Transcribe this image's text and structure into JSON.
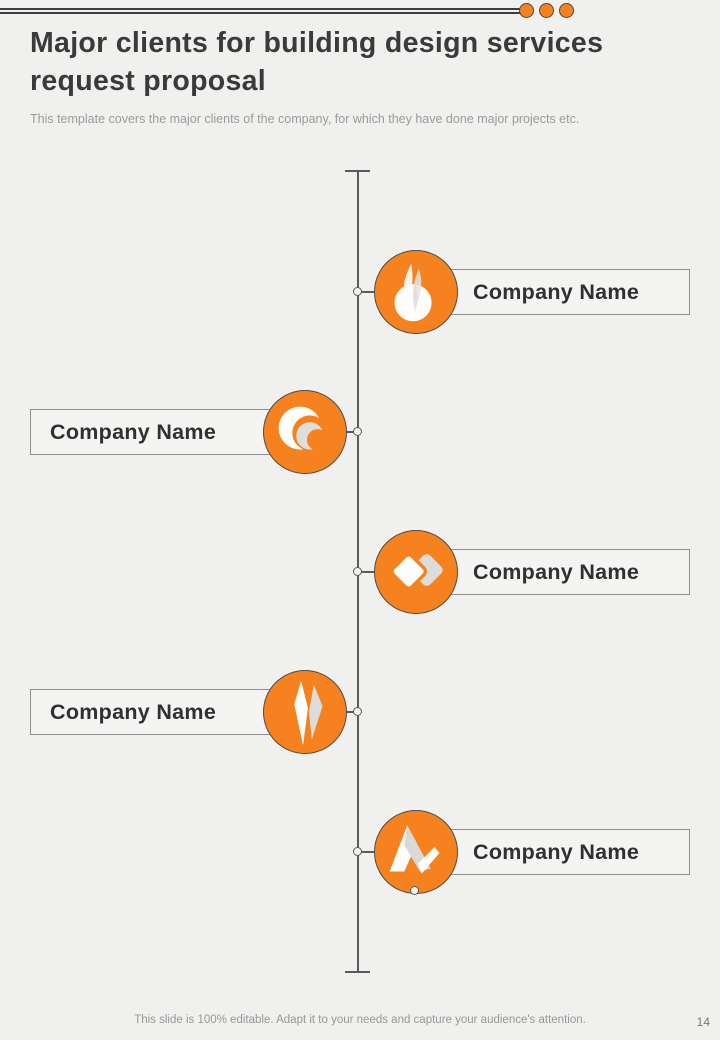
{
  "header": {
    "title": "Major clients for building design services request proposal",
    "subtitle": "This template covers the major clients of the company, for which they have done major projects etc."
  },
  "timeline": {
    "clients": [
      {
        "label": "Company Name",
        "side": "right",
        "icon": "flame-icon"
      },
      {
        "label": "Company Name",
        "side": "left",
        "icon": "double-crescent-icon"
      },
      {
        "label": "Company Name",
        "side": "right",
        "icon": "twin-diamonds-icon"
      },
      {
        "label": "Company Name",
        "side": "left",
        "icon": "vertical-shards-icon"
      },
      {
        "label": "Company Name",
        "side": "right",
        "icon": "mountain-peak-icon"
      }
    ]
  },
  "footer": {
    "note": "This slide is 100% editable. Adapt it to your needs and capture your audience's attention.",
    "page_number": "14"
  },
  "colors": {
    "accent_orange": "#F5821E",
    "rule_dark": "#3C3C3C",
    "title_text": "#3A3A3A",
    "muted_text": "#9B9B9B"
  }
}
